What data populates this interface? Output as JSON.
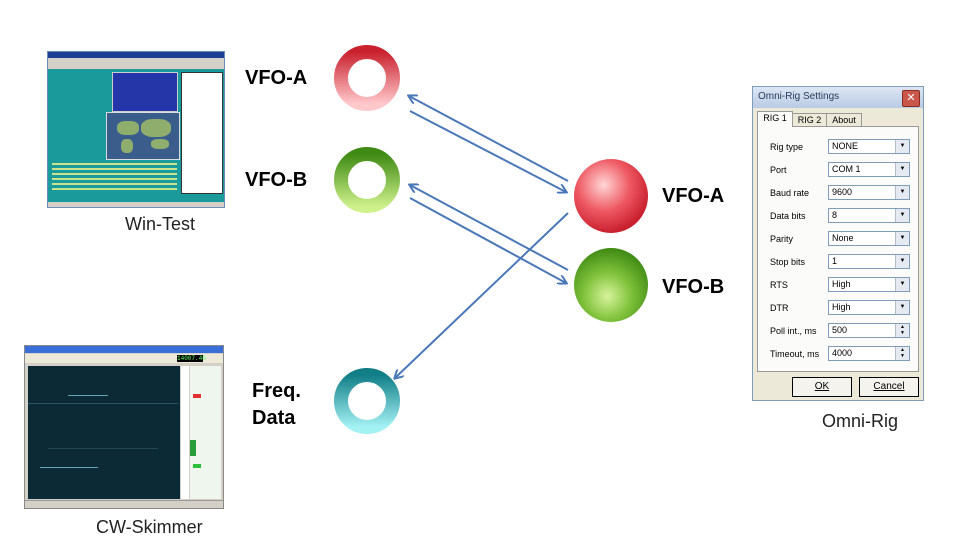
{
  "labels": {
    "vfo_a_left": "VFO-A",
    "vfo_b_left": "VFO-B",
    "freq_data": "Freq.\nData",
    "vfo_a_right": "VFO-A",
    "vfo_b_right": "VFO-B",
    "win_test": "Win-Test",
    "cw_skimmer": "CW-Skimmer",
    "omni_rig": "Omni-Rig"
  },
  "colors": {
    "vfo_a": "#e04550",
    "vfo_b": "#5aa82a",
    "freq": "#2ec4cc",
    "arrow": "#4a78b8"
  },
  "omni": {
    "title": "Omni-Rig Settings",
    "tabs": [
      "RIG 1",
      "RIG 2",
      "About"
    ],
    "fields": [
      {
        "label": "Rig type",
        "value": "NONE",
        "kind": "select"
      },
      {
        "label": "Port",
        "value": "COM 1",
        "kind": "select"
      },
      {
        "label": "Baud rate",
        "value": "9600",
        "kind": "select"
      },
      {
        "label": "Data bits",
        "value": "8",
        "kind": "select"
      },
      {
        "label": "Parity",
        "value": "None",
        "kind": "select"
      },
      {
        "label": "Stop bits",
        "value": "1",
        "kind": "select"
      },
      {
        "label": "RTS",
        "value": "High",
        "kind": "select"
      },
      {
        "label": "DTR",
        "value": "High",
        "kind": "select"
      },
      {
        "label": "Poll int., ms",
        "value": "500",
        "kind": "spin"
      },
      {
        "label": "Timeout, ms",
        "value": "4000",
        "kind": "spin"
      }
    ],
    "ok": "OK",
    "cancel": "Cancel"
  },
  "cw_freq": "14007.40"
}
